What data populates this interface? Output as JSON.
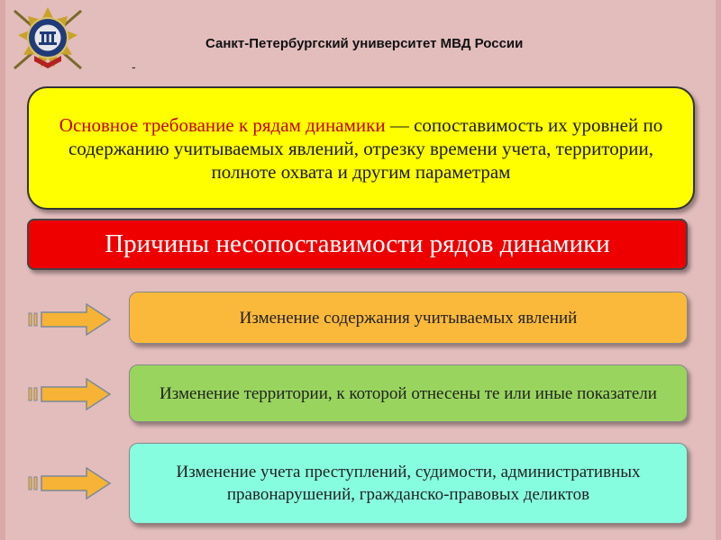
{
  "header": {
    "university": "Санкт-Петербургский университет МВД России",
    "dash": "-"
  },
  "requirement": {
    "highlight": "Основное требование к рядам динамики",
    "text": " — сопоставимость их уровней по содержанию учитываемых явлений, отрезку времени учета, территории, полноте охвата и другим параметрам"
  },
  "reasons_title": "Причины несопоставимости рядов динамики",
  "reasons": [
    {
      "text": "Изменение содержания учитываемых явлений",
      "color": "#fbb93c"
    },
    {
      "text": "Изменение территории, к которой отнесены те или иные показатели",
      "color": "#99d55e"
    },
    {
      "text": "Изменение учета преступлений, судимости, административных правонарушений, гражданско-правовых деликтов",
      "color": "#87fde0"
    }
  ],
  "colors": {
    "background": "#e3bcbc",
    "requirement_box": "#ffff00",
    "requirement_highlight": "#c00000",
    "reasons_bar": "#ee0000",
    "arrow_fill": "#f7b335"
  },
  "icons": {
    "emblem": "mvd-university-emblem-icon",
    "arrow": "arrow-right-icon"
  }
}
